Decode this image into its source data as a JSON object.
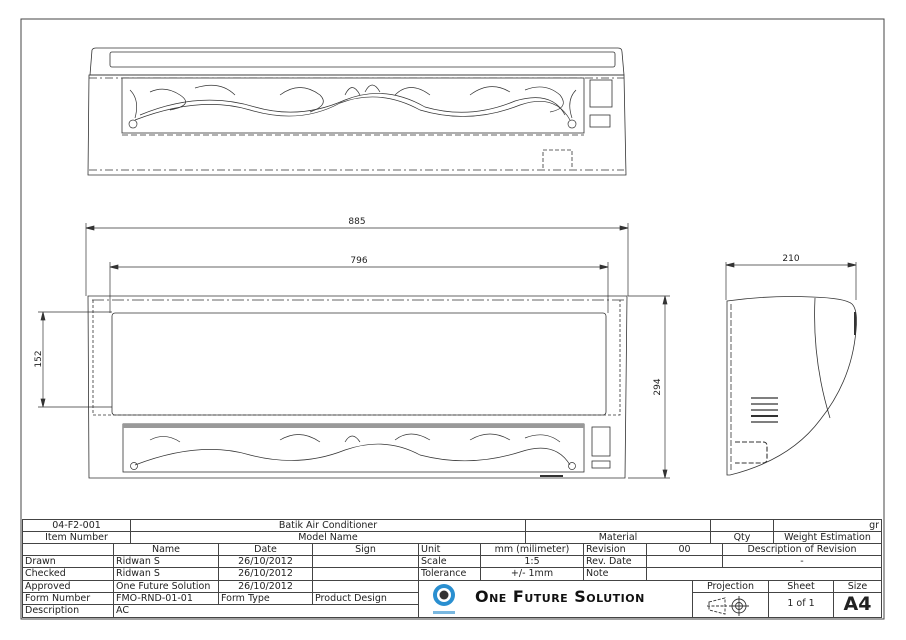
{
  "drawing": {
    "dimensions": {
      "overall_width": "885",
      "panel_width": "796",
      "panel_height": "152",
      "overall_height": "294",
      "depth": "210"
    }
  },
  "title_block": {
    "item_number_value": "04-F2-001",
    "item_number_label": "Item Number",
    "model_name_value": "Batik Air Conditioner",
    "model_name_label": "Model Name",
    "material_label": "Material",
    "material_value": "",
    "qty_label": "Qty",
    "qty_value": "",
    "weight_unit": "gr",
    "weight_label": "Weight Estimation",
    "headers": {
      "name": "Name",
      "date": "Date",
      "sign": "Sign"
    },
    "rows": [
      {
        "role": "Drawn",
        "name": "Ridwan S",
        "date": "26/10/2012"
      },
      {
        "role": "Checked",
        "name": "Ridwan S",
        "date": "26/10/2012"
      },
      {
        "role": "Approved",
        "name": "One Future Solution",
        "date": "26/10/2012"
      }
    ],
    "form_number_label": "Form Number",
    "form_number_value": "FMO-RND-01-01",
    "form_type_label": "Form Type",
    "form_type_value": "Product Design",
    "description_label": "Description",
    "description_value": "AC",
    "unit_label": "Unit",
    "unit_value": "mm (milimeter)",
    "scale_label": "Scale",
    "scale_value": "1:5",
    "tolerance_label": "Tolerance",
    "tolerance_value": "+/- 1mm",
    "revision_label": "Revision",
    "revision_value": "00",
    "rev_date_label": "Rev. Date",
    "rev_date_value": "",
    "description_of_revision_label": "Description of Revision",
    "description_of_revision_value": "-",
    "note_label": "Note",
    "company_name": "One Future Solution",
    "logo_icon": "ofs-logo-icon",
    "projection_label": "Projection",
    "projection_icon": "first-angle-projection-icon",
    "sheet_label": "Sheet",
    "sheet_value": "1 of 1",
    "size_label": "Size",
    "size_value": "A4",
    "logo_color": "#2a8fd0"
  }
}
